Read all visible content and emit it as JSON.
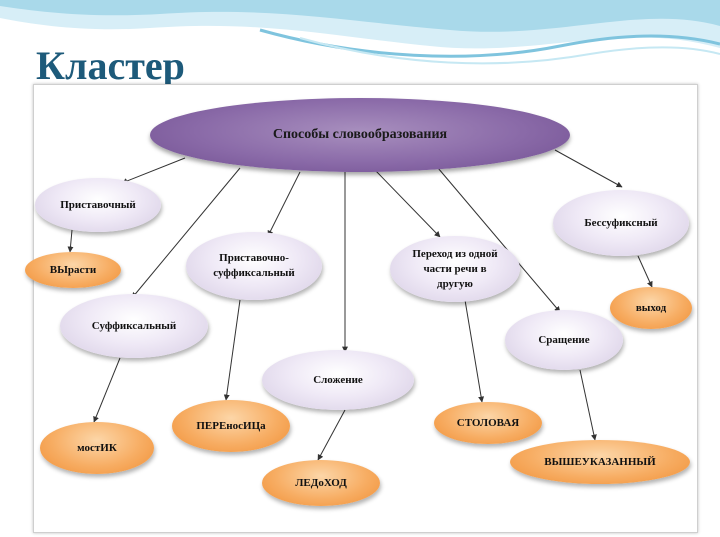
{
  "slide": {
    "title": "Кластер"
  },
  "diagram": {
    "root": "Способы словообразования",
    "methods": {
      "prefix": "Приставочный",
      "suffix": "Суффиксальный",
      "prefix_suffix": "Приставочно-суффиксальный",
      "composition": "Сложение",
      "conversion": "Переход из одной части речи в другую",
      "fusion": "Сращение",
      "null_suffix": "Бессуфиксный"
    },
    "examples": {
      "prefix": "ВЫрасти",
      "suffix": "мостИК",
      "prefix_suffix": "ПЕРЕносИЦа",
      "composition": "ЛЕДоХОД",
      "conversion": "СТОЛОВАЯ",
      "fusion": "ВЫШЕУКАЗАННЫЙ",
      "null_suffix": "выход"
    }
  },
  "colors": {
    "title": "#1d5a7a",
    "root_fill": "#8a6aa8",
    "method_fill": "#e6def0",
    "example_fill": "#f5a050"
  }
}
